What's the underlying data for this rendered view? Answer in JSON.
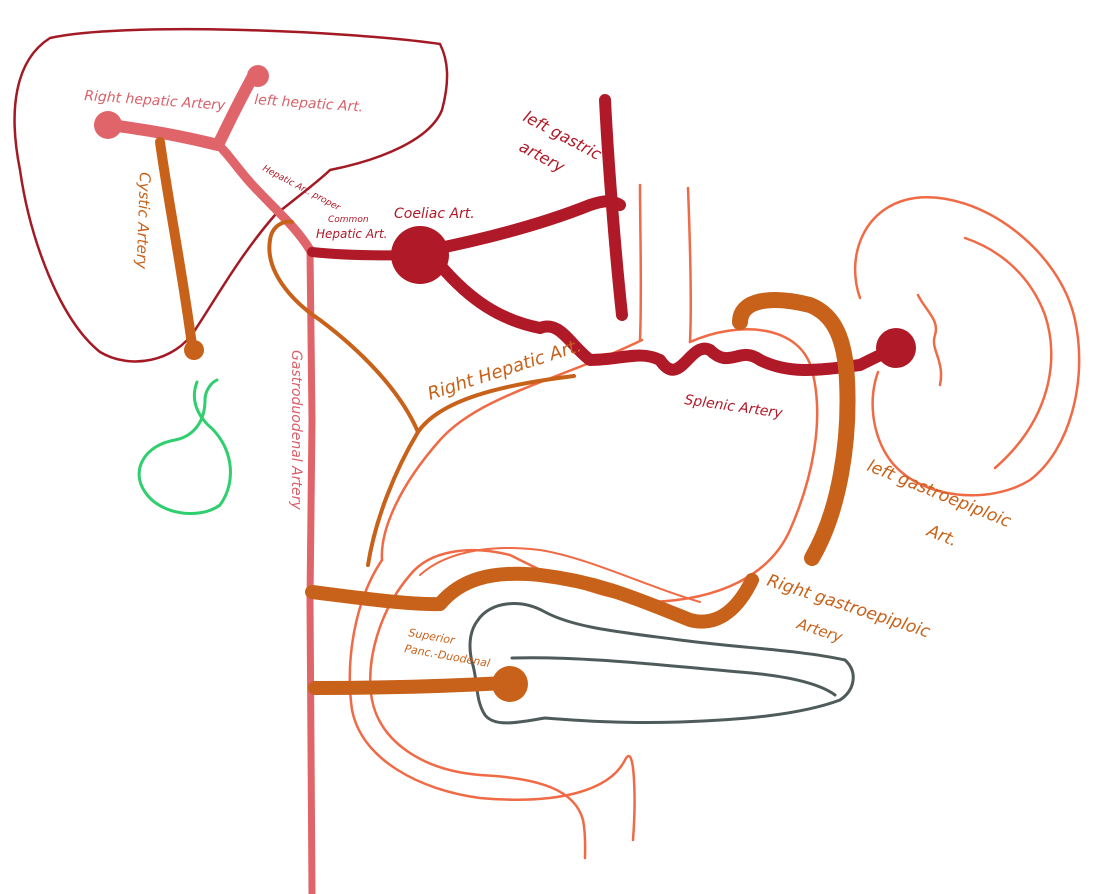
{
  "labels": {
    "right_hepatic_artery": "Right hepatic Artery",
    "left_hepatic_art": "left hepatic Art.",
    "hepatic_art_proper": "Hepatic Art. proper",
    "common_hepatic_art_1": "Common",
    "common_hepatic_art_2": "Hepatic Art.",
    "coeliac_art": "Coeliac Art.",
    "left_gastric_1": "left gastric",
    "left_gastric_2": "artery",
    "cystic_artery": "Cystic Artery",
    "gastroduodenal_artery": "Gastroduodenal Artery",
    "right_hepatic_art_2": "Right Hepatic Art.",
    "splenic_artery": "Splenic Artery",
    "left_gastroepiploic_1": "left gastroepiploic",
    "left_gastroepiploic_2": "Art.",
    "right_gastroepiploic_1": "Right gastroepiploic",
    "right_gastroepiploic_2": "Artery",
    "superior_panc_1": "Superior",
    "superior_panc_2": "Panc.-Duodenal"
  },
  "colors": {
    "liver_outline": "#a31a24",
    "celiac_branches": "#b01a28",
    "hepatic_pink": "#e0656b",
    "orange_arteries": "#c8621a",
    "organ_outline": "#ef6a45",
    "gallbladder": "#2fce6e",
    "pancreas": "#4f5b5b"
  }
}
